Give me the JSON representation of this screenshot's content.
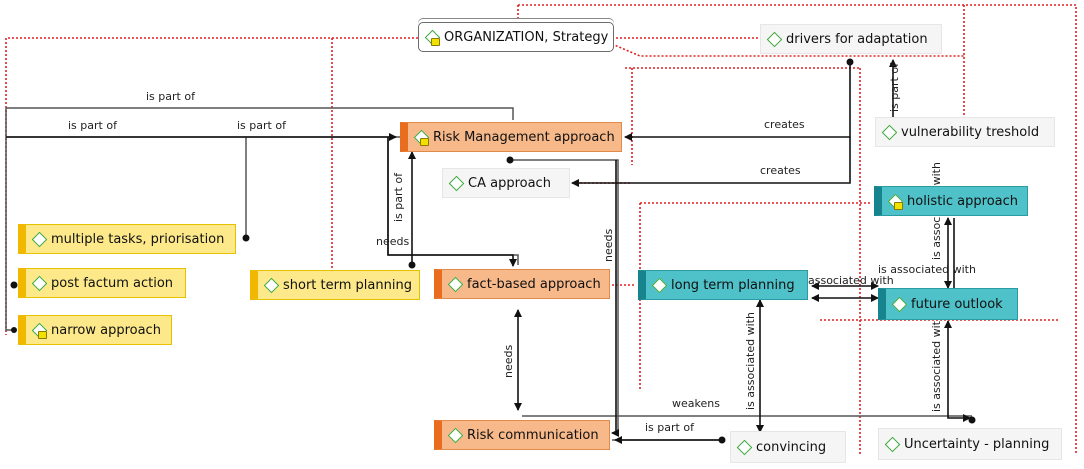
{
  "nodes": {
    "organization": "ORGANIZATION, Strategy",
    "drivers": "drivers for adaptation",
    "risk_mgmt": "Risk Management approach",
    "vulnerability": "vulnerability treshold",
    "ca": "CA approach",
    "holistic": "holistic approach",
    "multiple": "multiple tasks, priorisation",
    "post_factum": "post factum action",
    "short_term": "short term planning",
    "fact_based": "fact-based approach",
    "long_term": "long term planning",
    "future": "future outlook",
    "narrow": "narrow approach",
    "risk_comm": "Risk communication",
    "convincing": "convincing",
    "uncertainty": "Uncertainty - planning"
  },
  "relations": {
    "is_part_of_1": "is part of",
    "is_part_of_2": "is part of",
    "is_part_of_3": "is part of",
    "is_part_of_4": "is part of",
    "is_part_of_5": "is part of",
    "is_part_of_6": "is part of",
    "creates_1": "creates",
    "creates_2": "creates",
    "needs_1": "needs",
    "needs_2": "needs",
    "needs_3": "needs",
    "assoc_1": "is associated with",
    "assoc_2": "associated with",
    "assoc_3": "is associated with",
    "assoc_4": "is associated with",
    "assoc_5": "is associated with",
    "weakens": "weakens"
  },
  "colors": {
    "red_dotted": "#e02020",
    "link": "#555555",
    "arrow": "#111111",
    "yellow_fill": "#fde98a",
    "orange_fill": "#f7b98a",
    "teal_fill": "#4fc1c9"
  }
}
